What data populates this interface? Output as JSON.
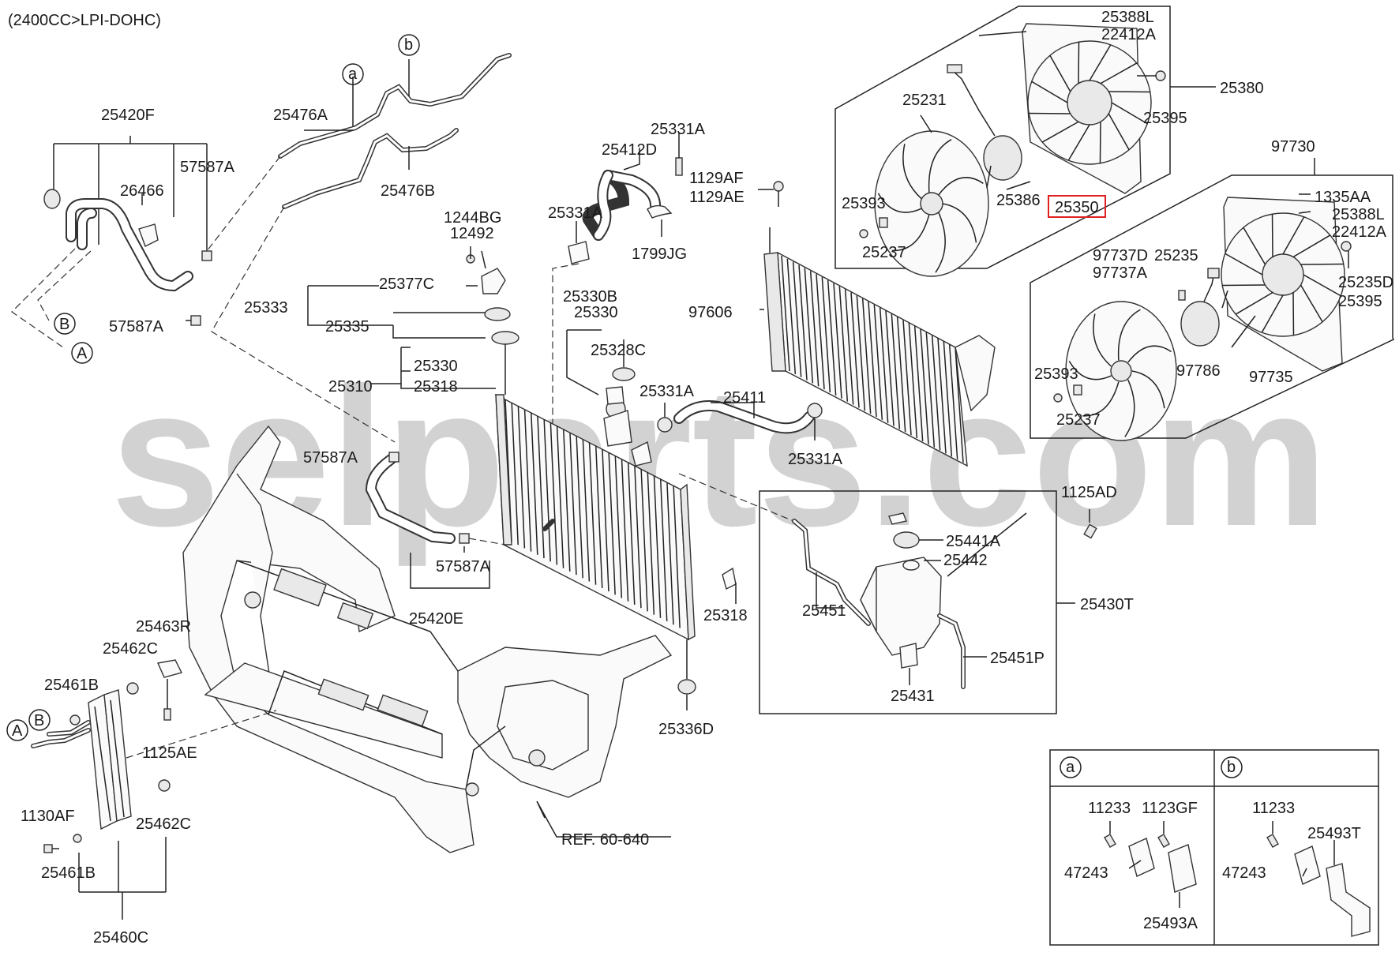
{
  "header": {
    "engine_note": "(2400CC>LPI-DOHC)"
  },
  "watermark": "selparts.com",
  "reference": "REF. 60-640",
  "highlight_color": "#e02020",
  "callouts": {
    "a": "a",
    "b": "b",
    "A": "A",
    "B": "B"
  },
  "labels": {
    "p25420F": "25420F",
    "p26466": "26466",
    "p57587A_1": "57587A",
    "p57587A_2": "57587A",
    "p57587A_3": "57587A",
    "p57587A_4": "57587A",
    "p25476A": "25476A",
    "p25476B": "25476B",
    "p25412D": "25412D",
    "p25331A_1": "25331A",
    "p25331A_2": "25331A",
    "p25331A_3": "25331A",
    "p25331A_4": "25331A",
    "p1129AF": "1129AF",
    "p1129AE": "1129AE",
    "p1799JG": "1799JG",
    "p1244BG": "1244BG",
    "p12492": "12492",
    "p25333": "25333",
    "p25377C": "25377C",
    "p25335": "25335",
    "p25330B": "25330B",
    "p25330_1": "25330",
    "p25330_2": "25330",
    "p25328C": "25328C",
    "p25310": "25310",
    "p25318_1": "25318",
    "p25318_2": "25318",
    "p25411": "25411",
    "p97606": "97606",
    "p25420E": "25420E",
    "p25231": "25231",
    "p25388L_1": "25388L",
    "p22412A_1": "22412A",
    "p25380": "25380",
    "p25395_1": "25395",
    "p25393_1": "25393",
    "p25237_1": "25237",
    "p25386": "25386",
    "p25350": "25350",
    "p97730": "97730",
    "p1335AA": "1335AA",
    "p25388L_2": "25388L",
    "p22412A_2": "22412A",
    "p97737D": "97737D",
    "p97737A": "97737A",
    "p25235": "25235",
    "p25235D": "25235D",
    "p25395_2": "25395",
    "p25393_2": "25393",
    "p25237_2": "25237",
    "p97786": "97786",
    "p97735": "97735",
    "p1125AD": "1125AD",
    "p25441A": "25441A",
    "p25442": "25442",
    "p25451": "25451",
    "p25430T": "25430T",
    "p25451P": "25451P",
    "p25431": "25431",
    "p25336D": "25336D",
    "p25463R": "25463R",
    "p25462C_1": "25462C",
    "p25461B_1": "25461B",
    "p1125AE": "1125AE",
    "p1130AF": "1130AF",
    "p25462C_2": "25462C",
    "p25461B_2": "25461B",
    "p25460C": "25460C",
    "inset_a_11233": "11233",
    "inset_a_1123GF": "1123GF",
    "inset_a_47243": "47243",
    "inset_a_25493A": "25493A",
    "inset_b_11233": "11233",
    "inset_b_47243": "47243",
    "inset_b_25493T": "25493T"
  }
}
